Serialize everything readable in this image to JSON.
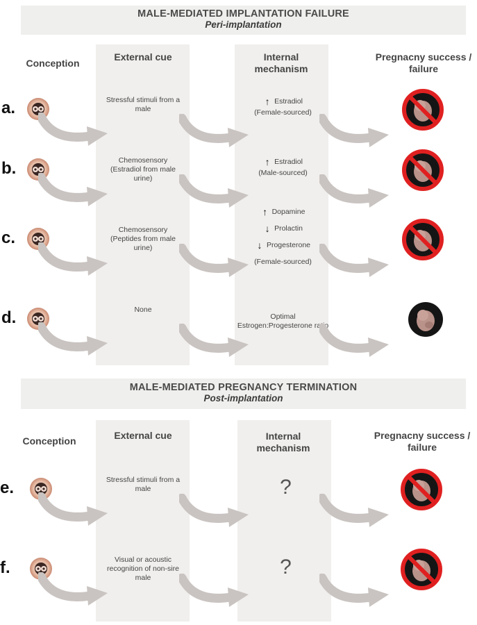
{
  "sections": [
    {
      "title": "MALE-MEDIATED IMPLANTATION FAILURE",
      "subtitle": "Peri-implantation",
      "headers": {
        "conception": "Conception",
        "external": "External cue",
        "internal": "Internal mechanism",
        "outcome": "Pregnacny success / failure"
      },
      "rows": [
        {
          "label": "a.",
          "external": "Stressful stimuli from a male",
          "internal": [
            {
              "arrow": "up",
              "text": "Estradiol"
            },
            {
              "arrow": "",
              "text": "(Female-sourced)"
            }
          ],
          "outcome": "failure"
        },
        {
          "label": "b.",
          "external": "Chemosensory (Estradiol from male urine)",
          "internal": [
            {
              "arrow": "up",
              "text": "Estradiol"
            },
            {
              "arrow": "",
              "text": "(Male-sourced)"
            }
          ],
          "outcome": "failure"
        },
        {
          "label": "c.",
          "external": "Chemosensory (Peptides from male urine)",
          "internal": [
            {
              "arrow": "up",
              "text": "Dopamine"
            },
            {
              "arrow": "down",
              "text": "Prolactin"
            },
            {
              "arrow": "down",
              "text": "Progesterone"
            },
            {
              "arrow": "",
              "text": "(Female-sourced)"
            }
          ],
          "outcome": "failure"
        },
        {
          "label": "d.",
          "external": "None",
          "internal": [
            {
              "arrow": "",
              "text": "Optimal Estrogen:Progesterone ratio"
            }
          ],
          "outcome": "success"
        }
      ]
    },
    {
      "title": "MALE-MEDIATED PREGNANCY TERMINATION",
      "subtitle": "Post-implantation",
      "headers": {
        "conception": "Conception",
        "external": "External cue",
        "internal": "Internal mechanism",
        "outcome": "Pregnacny success / failure"
      },
      "rows": [
        {
          "label": "e.",
          "external": "Stressful stimuli from a male",
          "internal": [
            {
              "arrow": "",
              "text": "?"
            }
          ],
          "outcome": "failure"
        },
        {
          "label": "f.",
          "external": "Visual or acoustic recognition of non-sire male",
          "internal": [
            {
              "arrow": "",
              "text": "?"
            }
          ],
          "outcome": "failure"
        }
      ]
    }
  ],
  "icons": {
    "embryo": "embryo-cell-icon",
    "flow_arrow": "curved-arrow-icon",
    "outcome_failure": "no-fetus-prohibited-icon",
    "outcome_success": "fetus-icon",
    "increase": "up-arrow-icon",
    "decrease": "down-arrow-icon"
  },
  "colors": {
    "banner_bg": "#efefed",
    "column_bg": "#f0efed",
    "flow_arrow": "#c9c4c1",
    "prohibit_red": "#e02020",
    "embryo_ring": "#c98a72"
  }
}
